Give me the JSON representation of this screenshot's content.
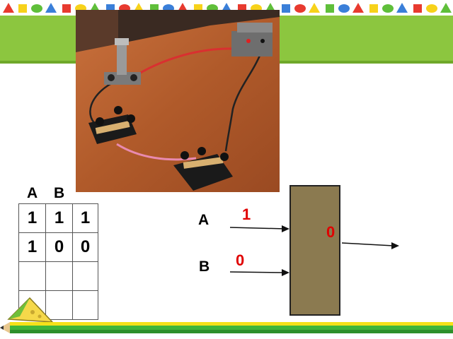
{
  "table": {
    "header_a": "A",
    "header_b": "B",
    "rows": [
      [
        "1",
        "1",
        "1"
      ],
      [
        "1",
        "0",
        "0"
      ],
      [
        "",
        "",
        ""
      ],
      [
        "",
        "",
        ""
      ]
    ]
  },
  "gate": {
    "input_a_label": "A",
    "input_b_label": "B",
    "input_a_value": "1",
    "input_b_value": "0",
    "output_value": "0"
  },
  "colors": {
    "band": "#8cc63f",
    "gate_fill": "#8b7a50",
    "value_red": "#e00000"
  }
}
